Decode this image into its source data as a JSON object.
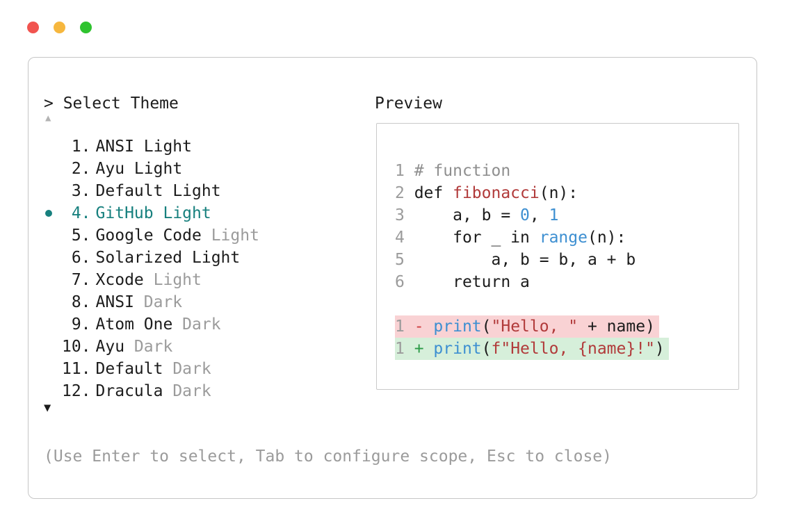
{
  "window": {
    "traffic_lights": [
      {
        "name": "close",
        "color": "#f1544f"
      },
      {
        "name": "minimize",
        "color": "#f6b73e"
      },
      {
        "name": "zoom",
        "color": "#2fc32f"
      }
    ]
  },
  "picker": {
    "title": "> Select Theme",
    "scroll_up": "▲",
    "scroll_down": "▼",
    "selected_index": 3,
    "items": [
      {
        "number": "1.",
        "name": "ANSI",
        "variant": "Light",
        "dim_variant": false
      },
      {
        "number": "2.",
        "name": "Ayu",
        "variant": "Light",
        "dim_variant": false
      },
      {
        "number": "3.",
        "name": "Default",
        "variant": "Light",
        "dim_variant": false
      },
      {
        "number": "4.",
        "name": "GitHub",
        "variant": "Light",
        "dim_variant": false
      },
      {
        "number": "5.",
        "name": "Google Code",
        "variant": "Light",
        "dim_variant": true
      },
      {
        "number": "6.",
        "name": "Solarized",
        "variant": "Light",
        "dim_variant": false
      },
      {
        "number": "7.",
        "name": "Xcode",
        "variant": "Light",
        "dim_variant": true
      },
      {
        "number": "8.",
        "name": "ANSI",
        "variant": "Dark",
        "dim_variant": true
      },
      {
        "number": "9.",
        "name": "Atom One",
        "variant": "Dark",
        "dim_variant": true
      },
      {
        "number": "10.",
        "name": "Ayu",
        "variant": "Dark",
        "dim_variant": true
      },
      {
        "number": "11.",
        "name": "Default",
        "variant": "Dark",
        "dim_variant": true
      },
      {
        "number": "12.",
        "name": "Dracula",
        "variant": "Dark",
        "dim_variant": true
      }
    ],
    "hint": "(Use Enter to select, Tab to configure scope, Esc to close)"
  },
  "preview": {
    "label": "Preview",
    "code_lines": [
      {
        "ln": "1",
        "tokens": [
          {
            "t": "# function",
            "c": "comment"
          }
        ]
      },
      {
        "ln": "2",
        "tokens": [
          {
            "t": "def ",
            "c": "plain"
          },
          {
            "t": "fibonacci",
            "c": "func"
          },
          {
            "t": "(n):",
            "c": "plain"
          }
        ]
      },
      {
        "ln": "3",
        "tokens": [
          {
            "t": "    a, b = ",
            "c": "plain"
          },
          {
            "t": "0",
            "c": "number"
          },
          {
            "t": ", ",
            "c": "plain"
          },
          {
            "t": "1",
            "c": "number"
          }
        ]
      },
      {
        "ln": "4",
        "tokens": [
          {
            "t": "    for _ in ",
            "c": "plain"
          },
          {
            "t": "range",
            "c": "builtin"
          },
          {
            "t": "(n):",
            "c": "plain"
          }
        ]
      },
      {
        "ln": "5",
        "tokens": [
          {
            "t": "        a, b = b, a + b",
            "c": "plain"
          }
        ]
      },
      {
        "ln": "6",
        "tokens": [
          {
            "t": "    return a",
            "c": "plain"
          }
        ]
      }
    ],
    "diff_lines": [
      {
        "ln": "1",
        "sign": "-",
        "kind": "removed",
        "tokens": [
          {
            "t": "print",
            "c": "builtin"
          },
          {
            "t": "(",
            "c": "plain"
          },
          {
            "t": "\"Hello, \"",
            "c": "string"
          },
          {
            "t": " + name)",
            "c": "plain"
          }
        ]
      },
      {
        "ln": "1",
        "sign": "+",
        "kind": "added",
        "tokens": [
          {
            "t": "print",
            "c": "builtin"
          },
          {
            "t": "(",
            "c": "plain"
          },
          {
            "t": "f\"Hello, {name}!\"",
            "c": "string"
          },
          {
            "t": ")",
            "c": "plain"
          }
        ]
      }
    ]
  },
  "colors": {
    "accent_teal": "#17807e",
    "dim_gray": "#9b9b9b",
    "comment": "#8f8f8f",
    "func": "#b13a3a",
    "string": "#b13a3a",
    "builtin_blue": "#3d8fd1",
    "number_blue": "#3d8fd1",
    "removed_bg": "#f9d2d4",
    "added_bg": "#d6efda",
    "removed_sign": "#cf3f3f",
    "added_sign": "#2b9a46"
  }
}
